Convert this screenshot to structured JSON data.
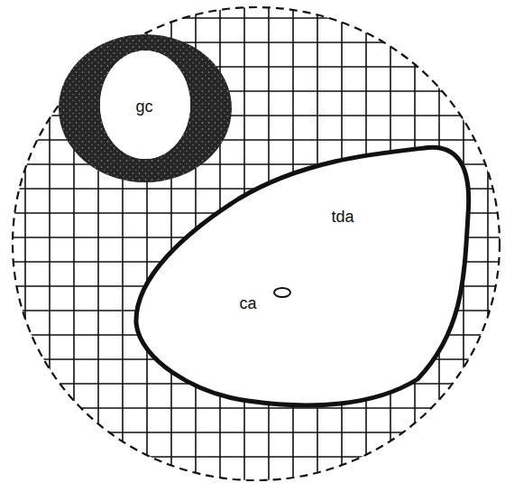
{
  "diagram": {
    "nodes": [
      {
        "text": [
          "gc"
        ]
      },
      {
        "text": [
          "tda"
        ]
      }
    ],
    "labels": [
      "ca"
    ]
  }
}
